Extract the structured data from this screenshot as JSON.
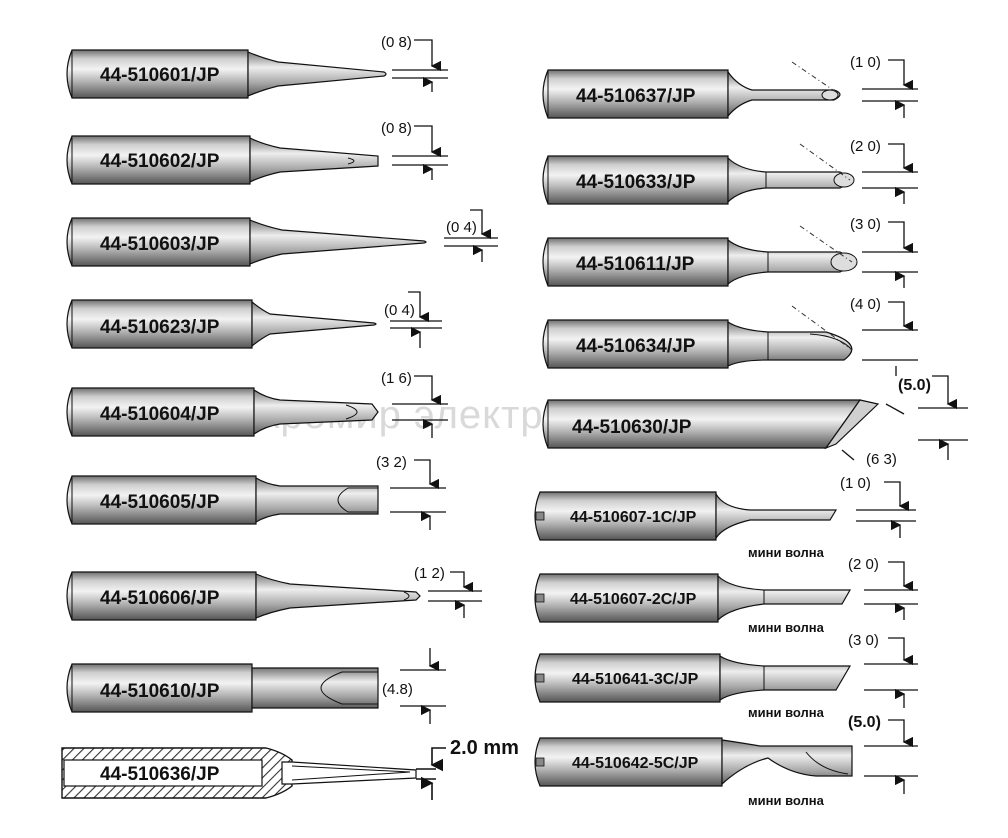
{
  "colors": {
    "body_gradient": [
      "#7d7d7d",
      "#e4e4e4",
      "#f1f1f1",
      "#9a9a9a",
      "#5a5a5a"
    ],
    "outline": "#111111",
    "watermark": "#d9d9d9",
    "hatch_fill": "#555555"
  },
  "watermark": "микромир электроникс",
  "left_column": [
    {
      "part": "44-510601/JP",
      "dimension": "(0 8)"
    },
    {
      "part": "44-510602/JP",
      "dimension": "(0 8)"
    },
    {
      "part": "44-510603/JP",
      "dimension": "(0 4)"
    },
    {
      "part": "44-510623/JP",
      "dimension": "(0 4)"
    },
    {
      "part": "44-510604/JP",
      "dimension": "(1 6)"
    },
    {
      "part": "44-510605/JP",
      "dimension": "(3 2)"
    },
    {
      "part": "44-510606/JP",
      "dimension": "(1 2)"
    },
    {
      "part": "44-510610/JP",
      "dimension": "(4.8)"
    },
    {
      "part": "44-510636/JP",
      "dimension": "2.0 mm"
    }
  ],
  "right_column": [
    {
      "part": "44-510637/JP",
      "dimension": "(1 0)",
      "note": ""
    },
    {
      "part": "44-510633/JP",
      "dimension": "(2 0)",
      "note": ""
    },
    {
      "part": "44-510611/JP",
      "dimension": "(3 0)",
      "note": ""
    },
    {
      "part": "44-510634/JP",
      "dimension": "(4 0)",
      "note": ""
    },
    {
      "part": "44-510630/JP",
      "dimension": "(5.0)",
      "dimension2": "(6 3)",
      "note": ""
    },
    {
      "part": "44-510607-1C/JP",
      "dimension": "(1 0)",
      "note": "мини волна"
    },
    {
      "part": "44-510607-2C/JP",
      "dimension": "(2 0)",
      "note": "мини волна"
    },
    {
      "part": "44-510641-3C/JP",
      "dimension": "(3 0)",
      "note": "мини волна"
    },
    {
      "part": "44-510642-5C/JP",
      "dimension": "(5.0)",
      "note": "мини волна"
    }
  ]
}
